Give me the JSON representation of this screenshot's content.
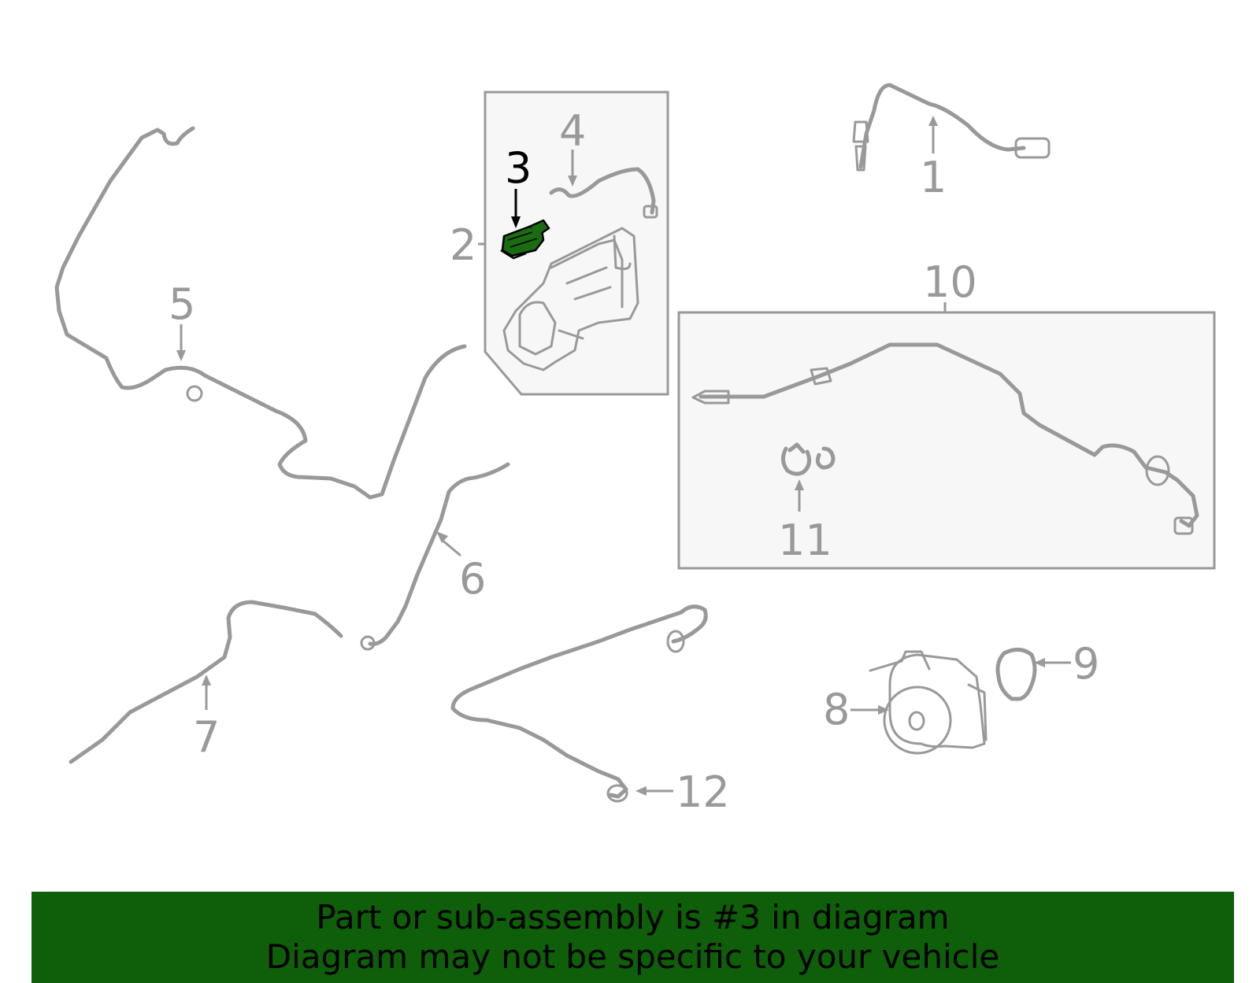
{
  "callouts": {
    "c1": "1",
    "c2": "2",
    "c3": "3",
    "c4": "4",
    "c5": "5",
    "c6": "6",
    "c7": "7",
    "c8": "8",
    "c9": "9",
    "c10": "10",
    "c11": "11",
    "c12": "12"
  },
  "highlighted_part": "3",
  "colors": {
    "part_line": "#999999",
    "box_fill": "#f7f7f7",
    "highlight_fill": "#1a6b12",
    "banner_bg": "#0f5e0a",
    "banner_text": "#000000"
  },
  "banner": {
    "line1": "Part or sub-assembly is #3 in diagram",
    "line2": "Diagram may not be specific to your vehicle"
  }
}
